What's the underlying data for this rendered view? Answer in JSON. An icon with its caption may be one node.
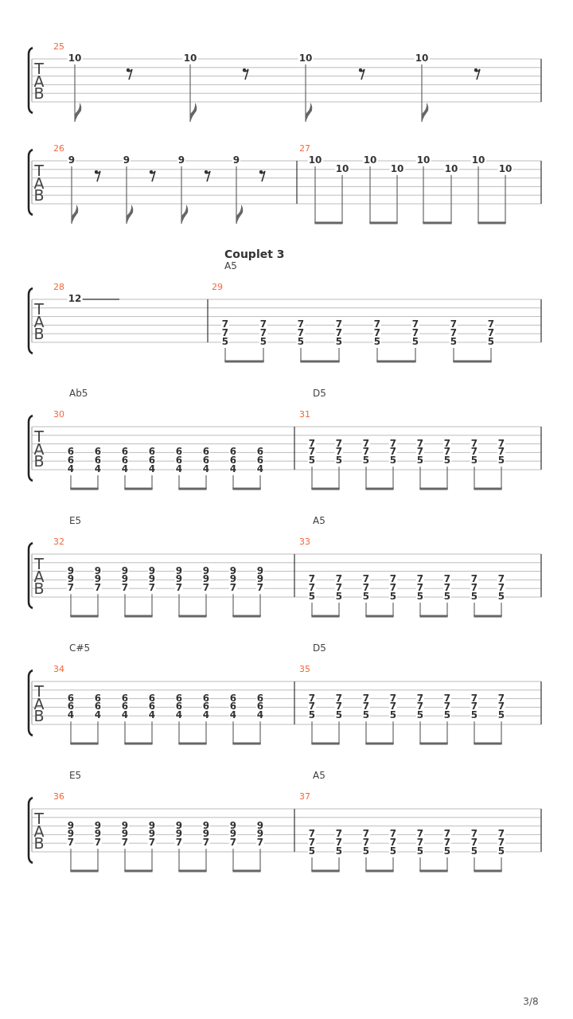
{
  "diagram": {
    "labels": [
      "T",
      "A",
      "B",
      "25",
      "10",
      "10",
      "10",
      "10",
      "T",
      "A",
      "B",
      "26",
      "9",
      "9",
      "9",
      "9",
      "27",
      "10",
      "10",
      "10",
      "10",
      "10",
      "10",
      "10",
      "10",
      "Couplet 3",
      "A5",
      "T",
      "A",
      "B",
      "28",
      "12",
      "29",
      "7",
      "7",
      "5",
      "7",
      "7",
      "5",
      "7",
      "7",
      "5",
      "7",
      "7",
      "5",
      "7",
      "7",
      "5",
      "7",
      "7",
      "5",
      "7",
      "7",
      "5",
      "7",
      "7",
      "5",
      "Ab5",
      "D5",
      "T",
      "A",
      "B",
      "30",
      "6",
      "6",
      "4",
      "6",
      "6",
      "4",
      "6",
      "6",
      "4",
      "6",
      "6",
      "4",
      "6",
      "6",
      "4",
      "6",
      "6",
      "4",
      "6",
      "6",
      "4",
      "6",
      "6",
      "4",
      "31",
      "7",
      "7",
      "5",
      "7",
      "7",
      "5",
      "7",
      "7",
      "5",
      "7",
      "7",
      "5",
      "7",
      "7",
      "5",
      "7",
      "7",
      "5",
      "7",
      "7",
      "5",
      "7",
      "7",
      "5",
      "E5",
      "A5",
      "T",
      "A",
      "B",
      "32",
      "9",
      "9",
      "7",
      "9",
      "9",
      "7",
      "9",
      "9",
      "7",
      "9",
      "9",
      "7",
      "9",
      "9",
      "7",
      "9",
      "9",
      "7",
      "9",
      "9",
      "7",
      "9",
      "9",
      "7",
      "33",
      "7",
      "7",
      "5",
      "7",
      "7",
      "5",
      "7",
      "7",
      "5",
      "7",
      "7",
      "5",
      "7",
      "7",
      "5",
      "7",
      "7",
      "5",
      "7",
      "7",
      "5",
      "7",
      "7",
      "5",
      "C#5",
      "D5",
      "T",
      "A",
      "B",
      "34",
      "6",
      "6",
      "4",
      "6",
      "6",
      "4",
      "6",
      "6",
      "4",
      "6",
      "6",
      "4",
      "6",
      "6",
      "4",
      "6",
      "6",
      "4",
      "6",
      "6",
      "4",
      "6",
      "6",
      "4",
      "35",
      "7",
      "7",
      "5",
      "7",
      "7",
      "5",
      "7",
      "7",
      "5",
      "7",
      "7",
      "5",
      "7",
      "7",
      "5",
      "7",
      "7",
      "5",
      "7",
      "7",
      "5",
      "7",
      "7",
      "5",
      "E5",
      "A5",
      "T",
      "A",
      "B",
      "36",
      "9",
      "9",
      "7",
      "9",
      "9",
      "7",
      "9",
      "9",
      "7",
      "9",
      "9",
      "7",
      "9",
      "9",
      "7",
      "9",
      "9",
      "7",
      "9",
      "9",
      "7",
      "9",
      "9",
      "7",
      "37",
      "7",
      "7",
      "5",
      "7",
      "7",
      "5",
      "7",
      "7",
      "5",
      "7",
      "7",
      "5",
      "7",
      "7",
      "5",
      "7",
      "7",
      "5",
      "7",
      "7",
      "5",
      "7",
      "7",
      "5",
      "3/8"
    ]
  }
}
